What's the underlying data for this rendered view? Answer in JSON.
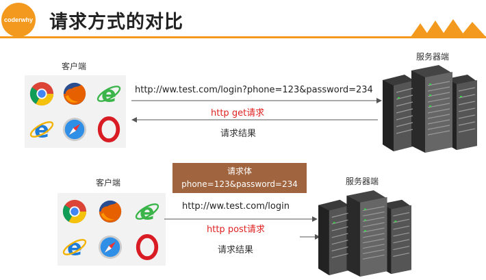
{
  "header": {
    "logo_text": "coderwhy",
    "title": "请求方式的对比",
    "accent_color": "#f39a1e"
  },
  "get_section": {
    "client_label": "客户端",
    "server_label": "服务器端",
    "url": "http://ww.test.com/login?phone=123&password=234",
    "method": "http get请求",
    "response": "请求结果"
  },
  "post_section": {
    "client_label": "客户端",
    "server_label": "服务器端",
    "body_title": "请求体",
    "body_content": "phone=123&password=234",
    "url": "http://ww.test.com/login",
    "method": "http post请求",
    "response": "请求结果"
  },
  "browsers": [
    "chrome-icon",
    "firefox-icon",
    "ie-green-icon",
    "ie-blue-icon",
    "safari-icon",
    "opera-icon"
  ]
}
